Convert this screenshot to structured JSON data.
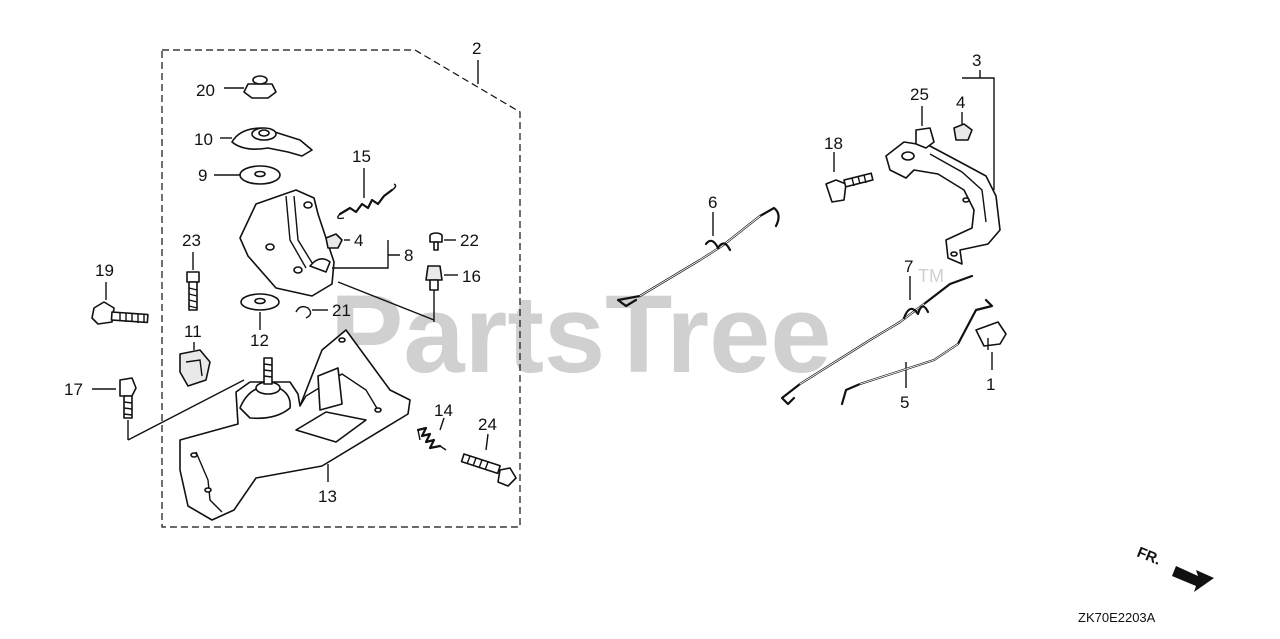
{
  "watermark": {
    "text": "PartsTree",
    "trademark": "TM"
  },
  "diagram_code": "ZK70E2203A",
  "front_indicator": "FR.",
  "callouts": {
    "c1": "1",
    "c2": "2",
    "c3": "3",
    "c4a": "4",
    "c4b": "4",
    "c5": "5",
    "c6": "6",
    "c7": "7",
    "c8": "8",
    "c9": "9",
    "c10": "10",
    "c11": "11",
    "c12": "12",
    "c13": "13",
    "c14": "14",
    "c15": "15",
    "c16": "16",
    "c17": "17",
    "c18": "18",
    "c19": "19",
    "c20": "20",
    "c21": "21",
    "c22": "22",
    "c23": "23",
    "c24": "24",
    "c25": "25"
  }
}
